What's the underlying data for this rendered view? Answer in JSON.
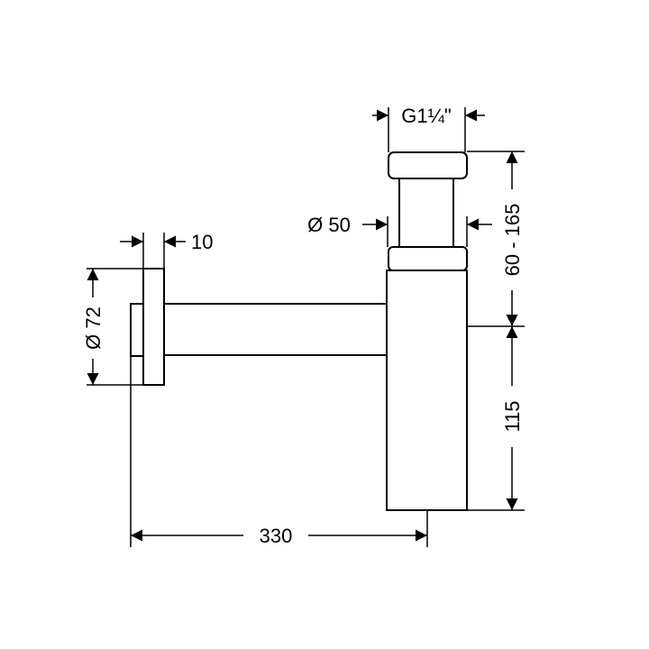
{
  "dimensions": {
    "thread": "G1¼\"",
    "pipe_diameter": "Ø 50",
    "flange_thickness": "10",
    "rosette_diameter": "Ø 72",
    "height_adjust": "60 - 165",
    "trap_height": "115",
    "projection": "330"
  },
  "colors": {
    "line": "#000000",
    "background": "#ffffff"
  }
}
